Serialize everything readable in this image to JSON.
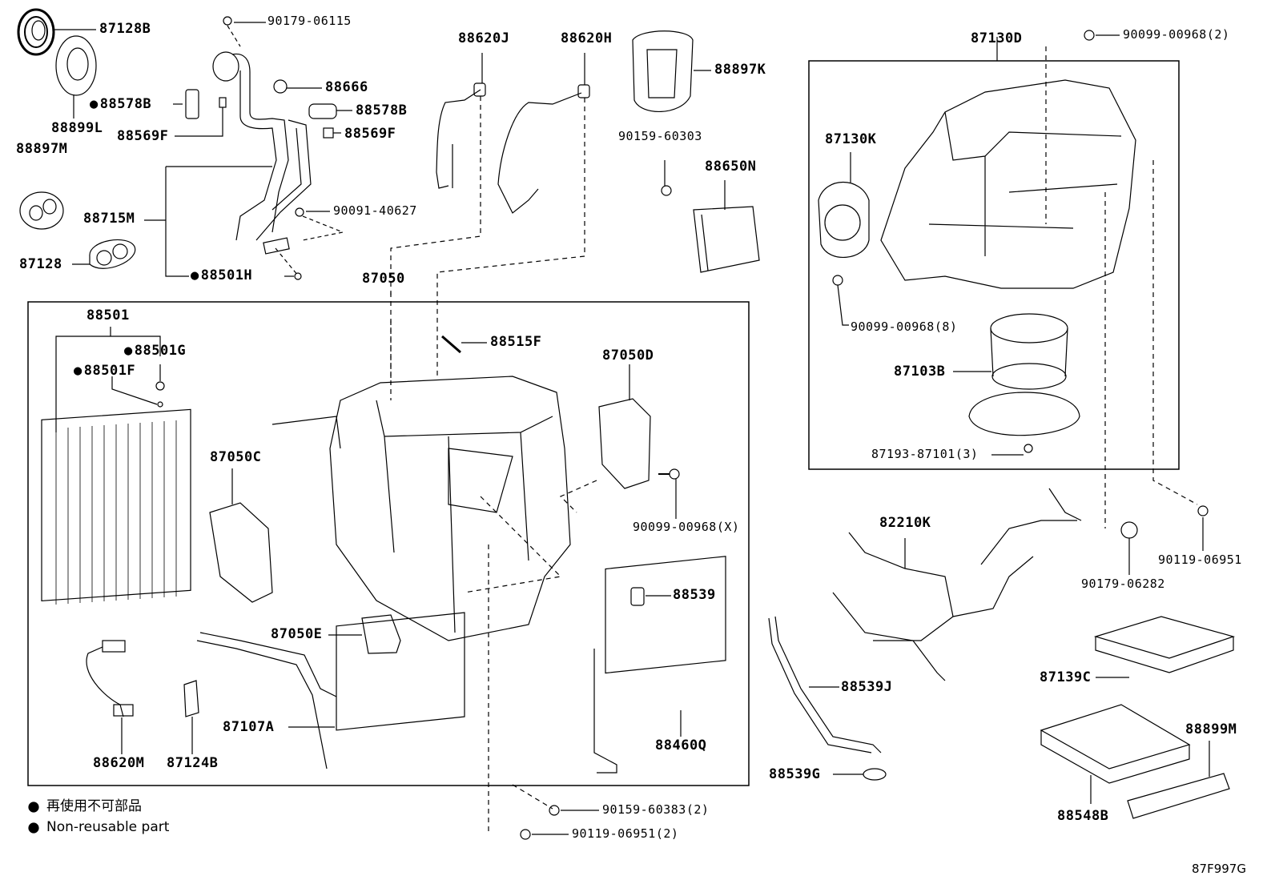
{
  "labels": {
    "p87128B": "87128B",
    "p90179_06115": "90179-06115",
    "p88666": "88666",
    "p88578B_l": "88578B",
    "p88578B_r": "88578B",
    "p88899L": "88899L",
    "p88569F_l": "88569F",
    "p88569F_r": "88569F",
    "p88897M": "88897M",
    "p88715M": "88715M",
    "p90091_40627": "90091-40627",
    "p87128": "87128",
    "p88501H": "88501H",
    "p88620J": "88620J",
    "p88620H": "88620H",
    "p88897K": "88897K",
    "p90159_60303": "90159-60303",
    "p88650N": "88650N",
    "p87130D": "87130D",
    "p90099_00968_2": "90099-00968(2)",
    "p87130K": "87130K",
    "p90099_00968_8": "90099-00968(8)",
    "p87103B": "87103B",
    "p87193_87101": "87193-87101(3)",
    "p87050": "87050",
    "p88501": "88501",
    "p88501G": "88501G",
    "p88501F": "88501F",
    "p88515F": "88515F",
    "p87050D": "87050D",
    "p87050C": "87050C",
    "p90099_00968_X": "90099-00968(X)",
    "p88539": "88539",
    "p87050E": "87050E",
    "p87107A": "87107A",
    "p88460Q": "88460Q",
    "p88620M": "88620M",
    "p87124B": "87124B",
    "p82210K": "82210K",
    "p90119_06951_r": "90119-06951",
    "p90179_06282": "90179-06282",
    "p88539J": "88539J",
    "p88539G": "88539G",
    "p87139C": "87139C",
    "p88899M": "88899M",
    "p88548B": "88548B",
    "p90159_60383": "90159-60383(2)",
    "p90119_06951_2": "90119-06951(2)"
  },
  "legend": {
    "japanese": "再使用不可部品",
    "english": "Non-reusable part"
  },
  "diagram_code": "87F997G"
}
